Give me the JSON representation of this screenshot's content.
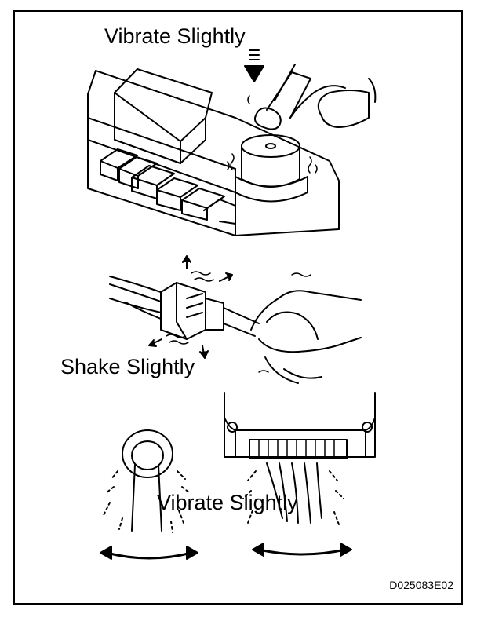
{
  "labels": {
    "vibrate_top": "Vibrate Slightly",
    "shake": "Shake Slightly",
    "vibrate_bottom": "Vibrate Slightly"
  },
  "figure_code": "D025083E02",
  "colors": {
    "ink": "#000000",
    "paper": "#ffffff"
  }
}
